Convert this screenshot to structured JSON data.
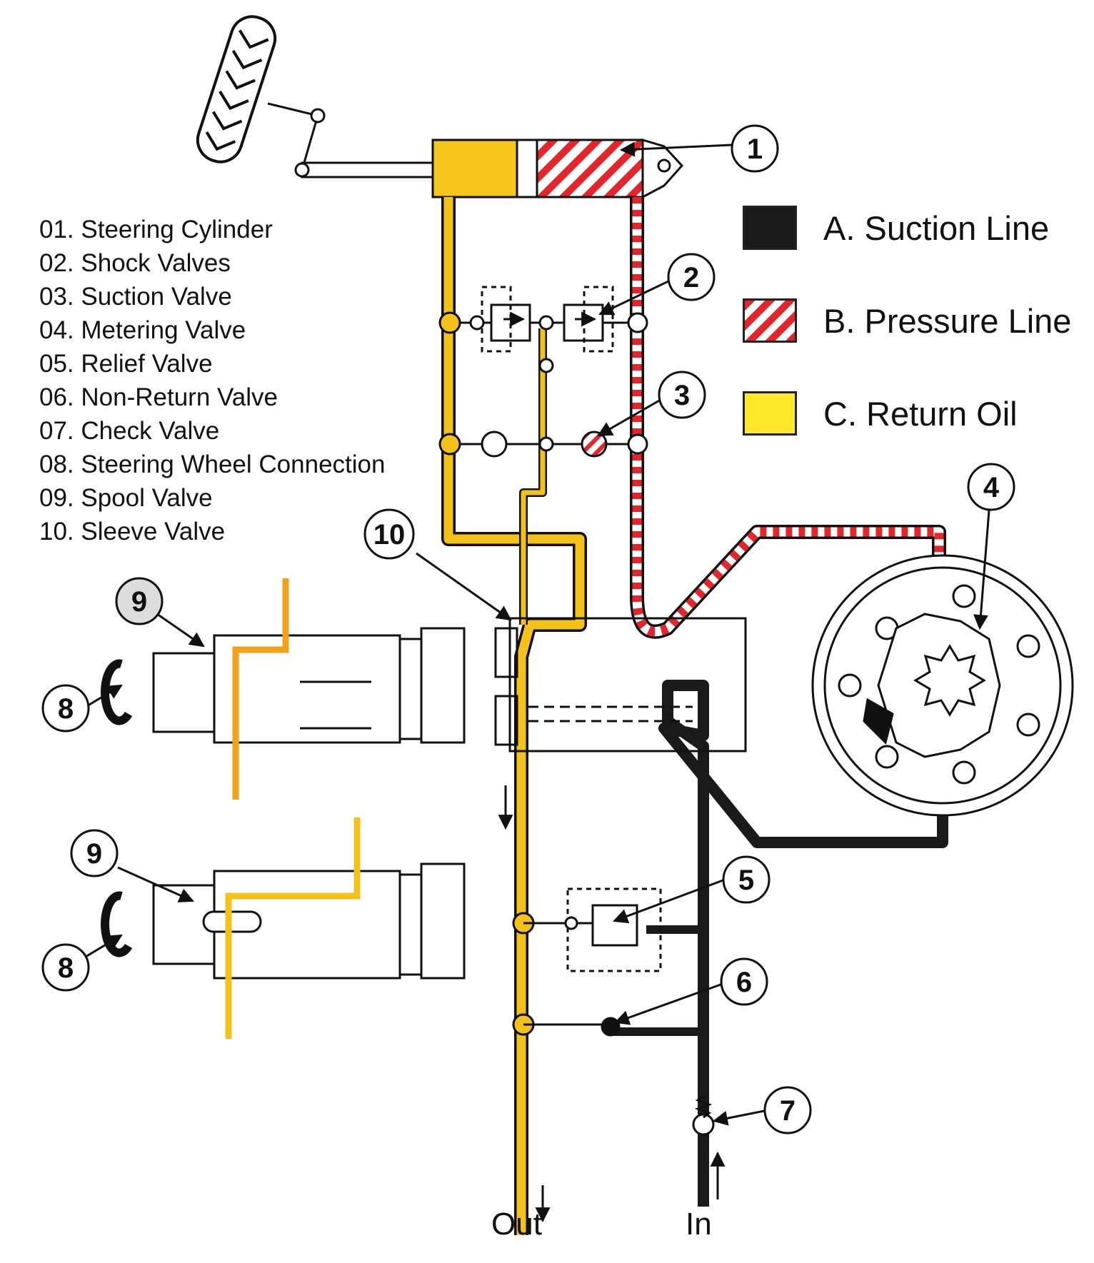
{
  "parts": [
    {
      "id": "part-01",
      "label": "01. Steering Cylinder"
    },
    {
      "id": "part-02",
      "label": "02. Shock Valves"
    },
    {
      "id": "part-03",
      "label": "03. Suction Valve"
    },
    {
      "id": "part-04",
      "label": "04. Metering Valve"
    },
    {
      "id": "part-05",
      "label": "05. Relief Valve"
    },
    {
      "id": "part-06",
      "label": "06. Non-Return Valve"
    },
    {
      "id": "part-07",
      "label": "07. Check Valve"
    },
    {
      "id": "part-08",
      "label": "08. Steering Wheel Connection"
    },
    {
      "id": "part-09",
      "label": "09. Spool Valve"
    },
    {
      "id": "part-10",
      "label": "10. Sleeve Valve"
    }
  ],
  "legend": [
    {
      "label": "A. Suction Line",
      "color": "#1a1a1a"
    },
    {
      "label": "B. Pressure Line",
      "color": "#e3262c"
    },
    {
      "label": "C. Return Oil",
      "color": "#ffe82a"
    }
  ],
  "callouts": [
    "1",
    "2",
    "3",
    "4",
    "5",
    "6",
    "7",
    "8",
    "9",
    "10",
    "9",
    "8"
  ],
  "io": {
    "out": "Out",
    "in": "In"
  },
  "colors": {
    "return_oil": "#f2c21a",
    "pressure": "#e3262c",
    "suction": "#1a1a1a",
    "cylinder_yellow": "#f6c51b"
  }
}
